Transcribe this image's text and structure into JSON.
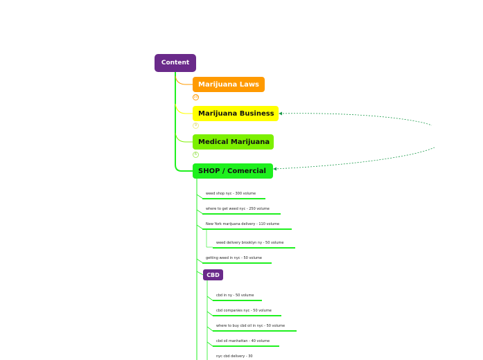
{
  "root": {
    "label": "Content",
    "color": "#6a2a8a"
  },
  "main_topics": [
    {
      "label": "Marijuana Laws",
      "color": "#ff9a00",
      "collapsed_count": "10"
    },
    {
      "label": "Marijuana Business",
      "color": "#ffff00",
      "collapsed_count": "9"
    },
    {
      "label": "Medical Marijuana",
      "color": "#7cf000",
      "collapsed_count": "6"
    },
    {
      "label": "SHOP / Comercial",
      "color": "#1ef01e"
    }
  ],
  "shop_items": [
    "weed shop nyc - 300 volume",
    "where to get weed nyc - 250 volume",
    "New York marijuana delivery - 110 volume",
    "weed delivery brooklyn ny - 50 volume",
    "getting weed in nyc - 50 volume"
  ],
  "cbd": {
    "label": "CBD",
    "items": [
      "cbd in ny - 50 volume",
      "cbd companies nyc - 50 volume",
      "where to buy cbd oil in nyc - 50 volume",
      "cbd oil manhattan - 40 volume",
      "nyc cbd delivery - 30"
    ]
  },
  "relationship_color": "#1a9a4a"
}
